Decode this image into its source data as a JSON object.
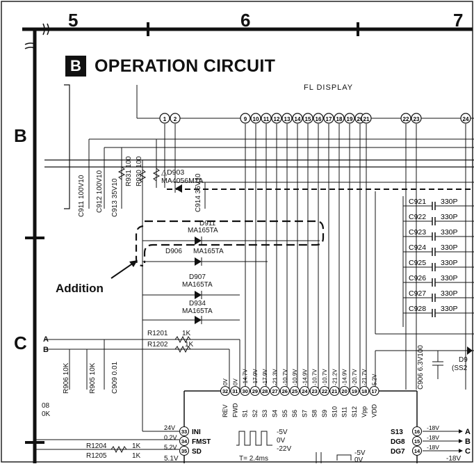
{
  "column_numbers": [
    "5",
    "6",
    "7"
  ],
  "row_letters": [
    "B",
    "C"
  ],
  "section_badge": "B",
  "title": "OPERATION CIRCUIT",
  "fl_display_label": "FL DISPLAY",
  "addition_label": "Addition",
  "connector_pins_top": [
    "1",
    "2",
    "9",
    "10",
    "11",
    "12",
    "13",
    "14",
    "15",
    "16",
    "17",
    "18",
    "19",
    "20",
    "21",
    "22",
    "23",
    "24"
  ],
  "capacitors_right": [
    {
      "ref": "C921",
      "value": "330P"
    },
    {
      "ref": "C922",
      "value": "330P"
    },
    {
      "ref": "C923",
      "value": "330P"
    },
    {
      "ref": "C924",
      "value": "330P"
    },
    {
      "ref": "C925",
      "value": "330P"
    },
    {
      "ref": "C926",
      "value": "330P"
    },
    {
      "ref": "C927",
      "value": "330P"
    },
    {
      "ref": "C928",
      "value": "330P"
    }
  ],
  "components": {
    "c911": "C911 100V10",
    "c912": "C912 100V10",
    "c913": "C913 35V10",
    "r931": "R931 100",
    "r930": "R930 100",
    "d903": "△D903",
    "d903_part": "MA4056MTA",
    "c914": "C914 35V10",
    "d911": "D911",
    "d911_part": "MA165TA",
    "d906": "D906",
    "d906_part": "MA165TA",
    "d907": "D907",
    "d907_part": "MA165TA",
    "d934": "D934",
    "d934_part": "MA165TA",
    "r1201": "R1201",
    "r1201_val": "1K",
    "r1202": "R1202",
    "r1202_val": "1K",
    "r906": "R906 10K",
    "r905": "R905 10K",
    "c909": "C909 0.01",
    "c906": "C906 6.3V100",
    "d9_partial": "D9",
    "d9_partial_sub": "(SS2",
    "r1204": "R1204",
    "r1204_val": "1K",
    "r1205": "R1205",
    "r1205_val": "1K",
    "r_left_partial": "08",
    "r_left_partial_val": "0K"
  },
  "inputs_left": [
    "A",
    "B"
  ],
  "ic_pin_numbers": [
    "32",
    "31",
    "30",
    "29",
    "28",
    "27",
    "26",
    "25",
    "24",
    "23",
    "22",
    "21",
    "20",
    "19",
    "18",
    "17"
  ],
  "ic_pin_names": [
    "REV",
    "FWD",
    "S1",
    "S2",
    "S3",
    "S4",
    "S5",
    "S6",
    "S7",
    "S8",
    "S9",
    "S10",
    "S11",
    "S12",
    "Vpp",
    "VDD"
  ],
  "ic_voltages": [
    "0V",
    "0V",
    "-14.7V",
    "-17.9V",
    "-17.9V",
    "-21.3V",
    "-10.7V",
    "-10.9V",
    "-14.9V",
    "-10.7V",
    "-10.7V",
    "-21.2V",
    "-14.9V",
    "-20.7V",
    "-21.7V",
    "5.2V"
  ],
  "ic_left_pins": [
    {
      "num": "33",
      "name": "INI",
      "voltage": "24V"
    },
    {
      "num": "34",
      "name": "FMST",
      "voltage": "0.2V"
    },
    {
      "num": "35",
      "name": "SD",
      "voltage": "5.2V"
    }
  ],
  "ic_left_extra_voltage": "5.1V",
  "ic_right_pins": [
    {
      "num": "16",
      "name": "S13",
      "voltage": "-18V",
      "out": "A"
    },
    {
      "num": "15",
      "name": "DG8",
      "voltage": "-18V",
      "out": "B"
    },
    {
      "num": "14",
      "name": "DG7",
      "voltage": "-18V",
      "out": "C"
    }
  ],
  "ic_right_extra_voltage": "-18V",
  "waveform_levels": [
    "-5V",
    "0V",
    "-22V"
  ],
  "waveform_period": "T= 2.4ms",
  "waveform2_levels": [
    "-5V",
    "0V"
  ]
}
